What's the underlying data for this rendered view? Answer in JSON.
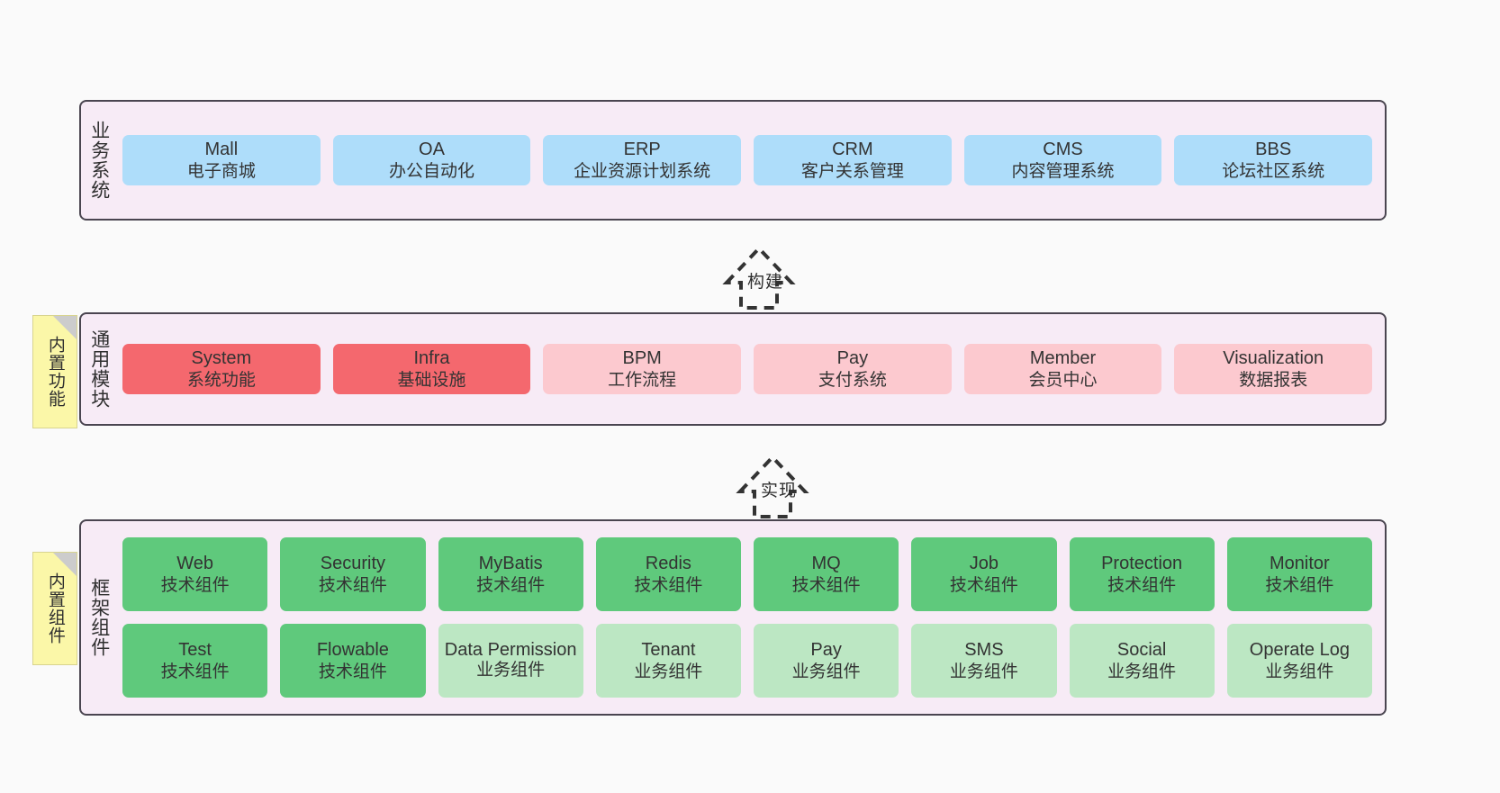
{
  "diagram": {
    "background": "#fafafa",
    "colors": {
      "container_bg": "#F7EBF6",
      "container_border": "#4a4550",
      "blue": "#AEDDFA",
      "red": "#F4686E",
      "pink": "#FCC9CF",
      "green": "#5FC97C",
      "light_green": "#BCE7C3",
      "note_yellow": "#FBF7A8"
    }
  },
  "layers": {
    "business": {
      "title": "业务系统",
      "cards": [
        {
          "name": "Mall",
          "desc": "电子商城"
        },
        {
          "name": "OA",
          "desc": "办公自动化"
        },
        {
          "name": "ERP",
          "desc": "企业资源计划系统"
        },
        {
          "name": "CRM",
          "desc": "客户关系管理"
        },
        {
          "name": "CMS",
          "desc": "内容管理系统"
        },
        {
          "name": "BBS",
          "desc": "论坛社区系统"
        }
      ]
    },
    "common": {
      "title": "通用模块",
      "note": "内置功能",
      "cards": [
        {
          "name": "System",
          "desc": "系统功能",
          "style": "red"
        },
        {
          "name": "Infra",
          "desc": "基础设施",
          "style": "red"
        },
        {
          "name": "BPM",
          "desc": "工作流程",
          "style": "pink"
        },
        {
          "name": "Pay",
          "desc": "支付系统",
          "style": "pink"
        },
        {
          "name": "Member",
          "desc": "会员中心",
          "style": "pink"
        },
        {
          "name": "Visualization",
          "desc": "数据报表",
          "style": "pink"
        }
      ]
    },
    "framework": {
      "title": "框架组件",
      "note": "内置组件",
      "row1": [
        {
          "name": "Web",
          "desc": "技术组件",
          "style": "green"
        },
        {
          "name": "Security",
          "desc": "技术组件",
          "style": "green"
        },
        {
          "name": "MyBatis",
          "desc": "技术组件",
          "style": "green"
        },
        {
          "name": "Redis",
          "desc": "技术组件",
          "style": "green"
        },
        {
          "name": "MQ",
          "desc": "技术组件",
          "style": "green"
        },
        {
          "name": "Job",
          "desc": "技术组件",
          "style": "green"
        },
        {
          "name": "Protection",
          "desc": "技术组件",
          "style": "green"
        },
        {
          "name": "Monitor",
          "desc": "技术组件",
          "style": "green"
        }
      ],
      "row2": [
        {
          "name": "Test",
          "desc": "技术组件",
          "style": "green"
        },
        {
          "name": "Flowable",
          "desc": "技术组件",
          "style": "green"
        },
        {
          "name": "Data Permission",
          "desc": "业务组件",
          "style": "lgreen"
        },
        {
          "name": "Tenant",
          "desc": "业务组件",
          "style": "lgreen"
        },
        {
          "name": "Pay",
          "desc": "业务组件",
          "style": "lgreen"
        },
        {
          "name": "SMS",
          "desc": "业务组件",
          "style": "lgreen"
        },
        {
          "name": "Social",
          "desc": "业务组件",
          "style": "lgreen"
        },
        {
          "name": "Operate Log",
          "desc": "业务组件",
          "style": "lgreen"
        }
      ]
    }
  },
  "arrows": [
    {
      "label": "构建"
    },
    {
      "label": "实现"
    }
  ]
}
